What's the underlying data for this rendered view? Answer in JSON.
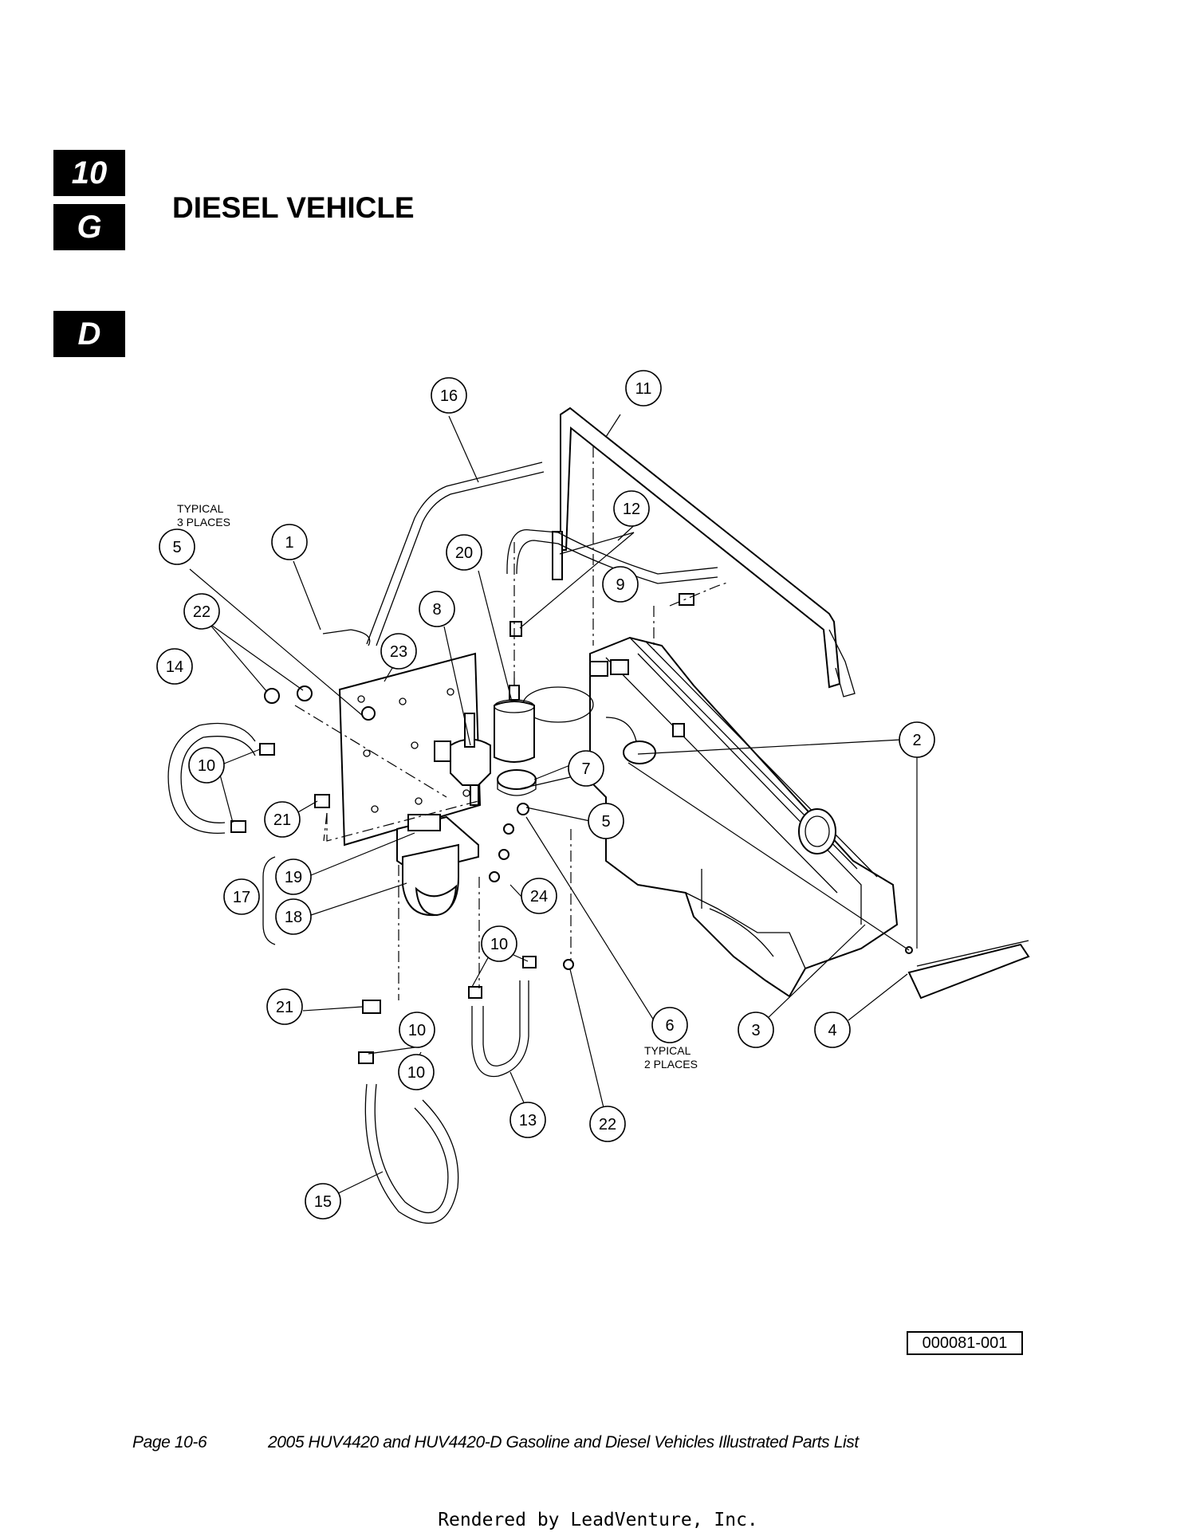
{
  "tabs": {
    "chapter": "10",
    "section": "G",
    "subsection": "D"
  },
  "title": "DIESEL VEHICLE",
  "notes": {
    "typical_3": [
      "TYPICAL",
      "3 PLACES"
    ],
    "typical_2": [
      "TYPICAL",
      "2 PLACES"
    ]
  },
  "callouts": [
    "1",
    "2",
    "3",
    "4",
    "5",
    "5",
    "6",
    "7",
    "8",
    "9",
    "10",
    "10",
    "10",
    "10",
    "11",
    "12",
    "13",
    "14",
    "15",
    "16",
    "17",
    "18",
    "19",
    "20",
    "21",
    "21",
    "22",
    "22",
    "23",
    "24"
  ],
  "drawing_number": "000081-001",
  "footer": {
    "page": "Page 10-6",
    "doc": "2005 HUV4420 and HUV4420-D Gasoline and Diesel Vehicles Illustrated Parts List"
  },
  "rendered_by": "Rendered by LeadVenture, Inc."
}
